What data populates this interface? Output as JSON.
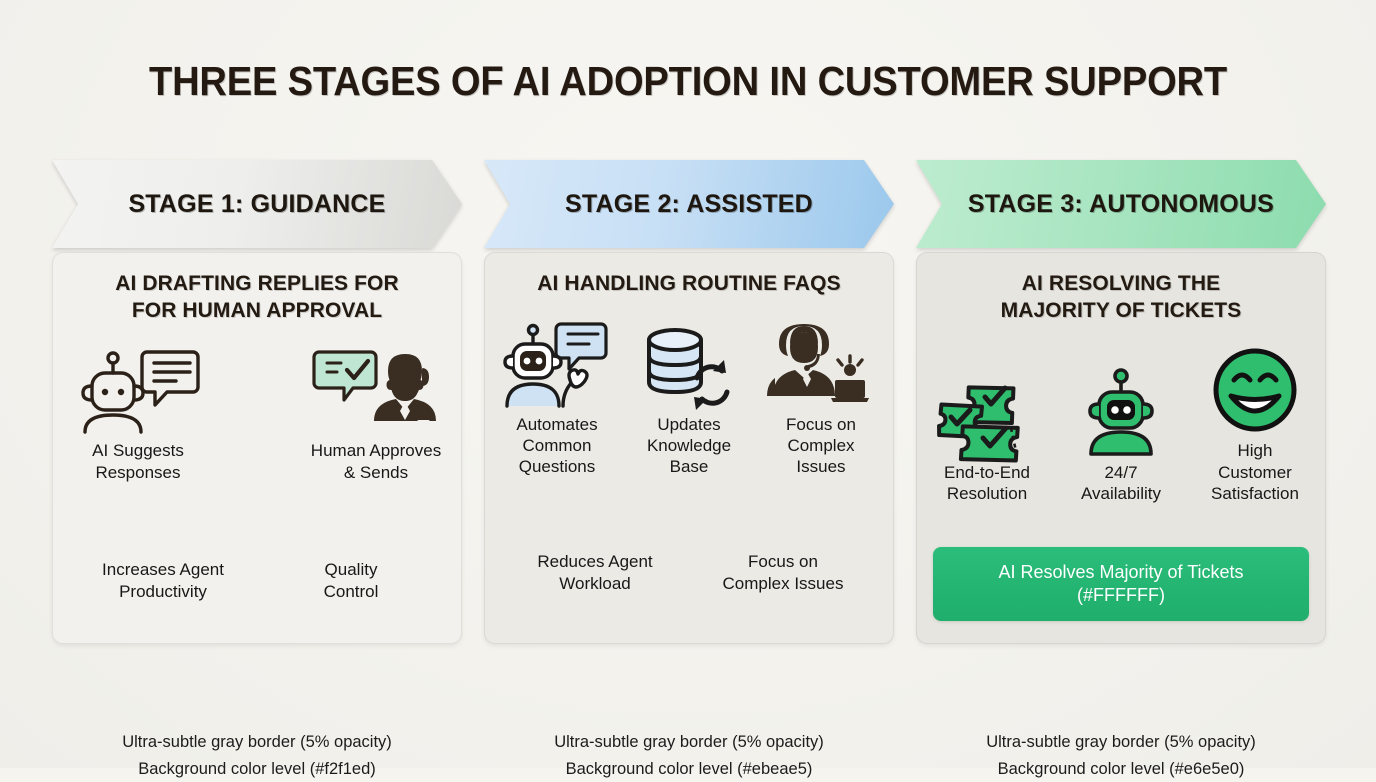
{
  "title": "THREE STAGES OF AI ADOPTION IN CUSTOMER SUPPORT",
  "colors": {
    "page_background": "#f5f4ef",
    "title_text": "#241a12",
    "stage1_card": "#f2f1ed",
    "stage2_card": "#ebeae5",
    "stage3_card": "#e6e5e0",
    "stage1_banner": "#e9e9e6",
    "stage2_banner": "#bcd9f1",
    "stage3_banner": "#a6e4bf",
    "callout_green": "#22b573",
    "callout_text": "#ffffff",
    "icon_dark": "#2b2118",
    "icon_mint": "#bfe6d2",
    "icon_blue": "#cfe2f3",
    "icon_green": "#2fbd6e"
  },
  "stages": [
    {
      "banner": "STAGE 1: GUIDANCE",
      "heading": "AI DRAFTING REPLIES FOR\nFOR HUMAN APPROVAL",
      "heading_lines": [
        "AI DRAFTING REPLIES FOR",
        "FOR HUMAN APPROVAL"
      ],
      "icons": [
        {
          "name": "robot-chat-icon",
          "label": "AI Suggests\nResponses",
          "label_lines": [
            "AI Suggests",
            "Responses"
          ]
        },
        {
          "name": "agent-approval-icon",
          "label": "Human Approves\n& Sends",
          "label_lines": [
            "Human Approves",
            "& Sends"
          ]
        }
      ],
      "benefits": [
        {
          "lines": [
            "Increases Agent",
            "Productivity"
          ]
        },
        {
          "lines": [
            "Quality",
            "Control"
          ]
        }
      ],
      "callout": null,
      "caption": [
        "Ultra-subtle gray border (5% opacity)",
        "Background color level (#f2f1ed)"
      ]
    },
    {
      "banner": "STAGE 2: ASSISTED",
      "heading": "AI HANDLING ROUTINE FAQS",
      "heading_lines": [
        "AI HANDLING ROUTINE FAQS"
      ],
      "icons": [
        {
          "name": "robot-waving-icon",
          "label": "Automates\nCommon\nQuestions",
          "label_lines": [
            "Automates",
            "Common",
            "Questions"
          ]
        },
        {
          "name": "database-sync-icon",
          "label": "Updates\nKnowledge\nBase",
          "label_lines": [
            "Updates",
            "Knowledge",
            "Base"
          ]
        },
        {
          "name": "headset-agent-icon",
          "label": "Focus on\nComplex\nIssues",
          "label_lines": [
            "Focus on",
            "Complex",
            "Issues"
          ]
        }
      ],
      "benefits": [
        {
          "lines": [
            "Reduces Agent",
            "Workload"
          ]
        },
        {
          "lines": [
            "Focus on",
            "Complex Issues"
          ]
        }
      ],
      "callout": null,
      "caption": [
        "Ultra-subtle gray border (5% opacity)",
        "Background color level (#ebeae5)"
      ]
    },
    {
      "banner": "STAGE 3: AUTONOMOUS",
      "heading": "AI RESOLVING THE\nMAJORITY OF TICKETS",
      "heading_lines": [
        "AI RESOLVING THE",
        "MAJORITY OF TICKETS"
      ],
      "icons": [
        {
          "name": "tickets-check-icon",
          "label": "End-to-End\nResolution",
          "label_lines": [
            "End-to-End",
            "Resolution"
          ]
        },
        {
          "name": "green-robot-icon",
          "label": "24/7\nAvailability",
          "label_lines": [
            "24/7",
            "Availability"
          ]
        },
        {
          "name": "smiley-face-icon",
          "label": "High\nCustomer\nSatisfaction",
          "label_lines": [
            "High",
            "Customer",
            "Satisfaction"
          ]
        }
      ],
      "benefits": [],
      "callout": {
        "lines": [
          "AI Resolves Majority of Tickets",
          "(#FFFFFF)"
        ]
      },
      "caption": [
        "Ultra-subtle gray border (5% opacity)",
        "Background color level (#e6e5e0)"
      ]
    }
  ]
}
